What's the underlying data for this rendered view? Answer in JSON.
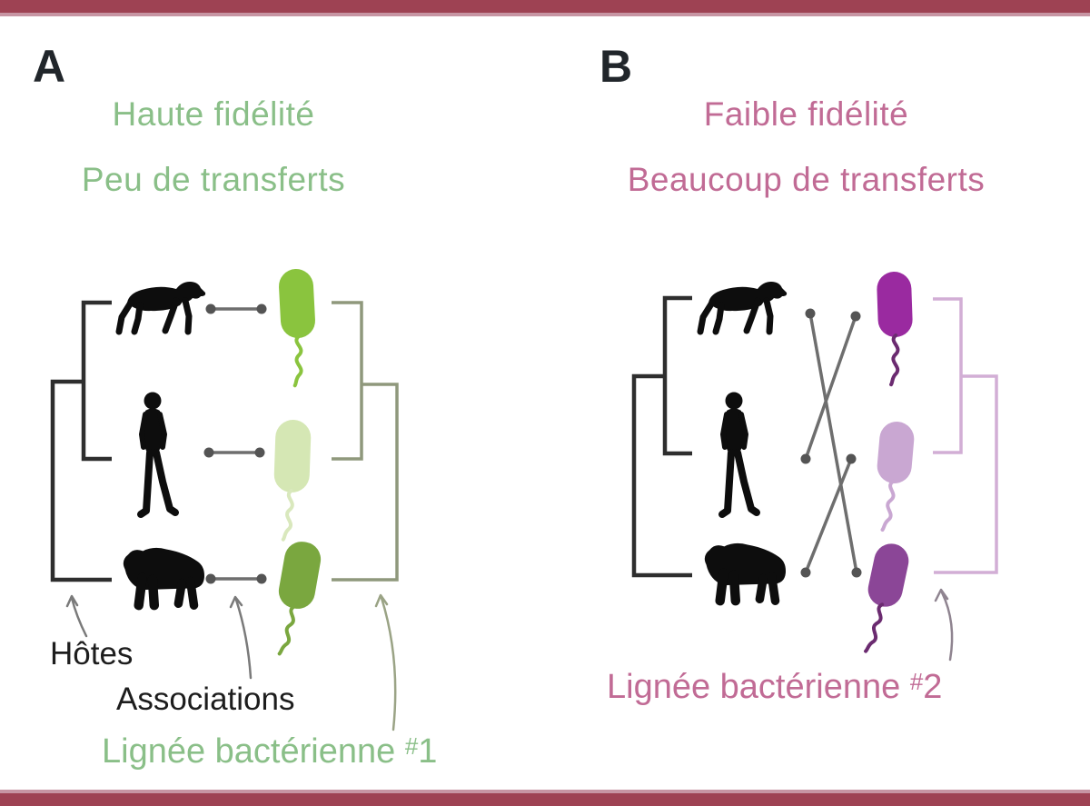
{
  "figure": {
    "border_bar_color": "#9e4253",
    "border_bar_edge_color": "#c795a3",
    "background": "#ffffff"
  },
  "panel_a": {
    "letter": "A",
    "title_line1": "Haute fidélité",
    "title_line2": "Peu de transferts",
    "title_color": "#8abf88",
    "label_hosts": "Hôtes",
    "label_associations": "Associations",
    "label_lineage": "Lignée bactérienne",
    "label_lineage_hash": "#",
    "label_lineage_number": "1",
    "host_icons": [
      "chimpanzee",
      "human",
      "gorilla"
    ],
    "host_tree_color": "#2e2e2e",
    "bacteria_tree_color": "#8f987c",
    "bacteria_colors": [
      "#8ac43e",
      "#d5e7b4",
      "#7aa73f"
    ],
    "association_pairs": [
      [
        "host1",
        "bacterium1"
      ],
      [
        "host2",
        "bacterium2"
      ],
      [
        "host3",
        "bacterium3"
      ]
    ],
    "associations_crossed": false
  },
  "panel_b": {
    "letter": "B",
    "title_line1": "Faible fidélité",
    "title_line2": "Beaucoup de transferts",
    "title_color": "#c16b95",
    "label_lineage": "Lignée bactérienne",
    "label_lineage_hash": "#",
    "label_lineage_number": "2",
    "host_icons": [
      "chimpanzee",
      "human",
      "gorilla"
    ],
    "host_tree_color": "#2e2e2e",
    "bacteria_tree_color": "#d2aed5",
    "bacteria_colors": [
      "#9a2aa0",
      "#c9a7d2",
      "#8b4697"
    ],
    "association_pairs": [
      [
        "host1",
        "bacterium3"
      ],
      [
        "host2",
        "bacterium1"
      ],
      [
        "host3",
        "bacterium2"
      ]
    ],
    "associations_crossed": true
  }
}
